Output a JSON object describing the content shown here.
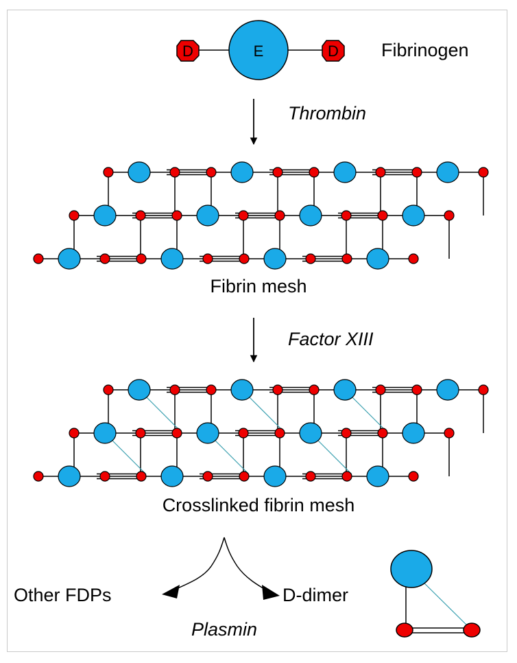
{
  "fibrinogen": {
    "label": "Fibrinogen",
    "d_left": "D",
    "e_center": "E",
    "d_right": "D"
  },
  "steps": {
    "thrombin": "Thrombin",
    "fibrin_mesh": "Fibrin mesh",
    "factor_xiii": "Factor XIII",
    "crosslinked": "Crosslinked fibrin mesh",
    "plasmin": "Plasmin",
    "other_fdps": "Other FDPs",
    "d_dimer": "D-dimer"
  },
  "colors": {
    "e_domain": "#1aaae8",
    "d_domain": "#ee0000",
    "crosslink": "#3aa0b0",
    "line": "#000000"
  }
}
